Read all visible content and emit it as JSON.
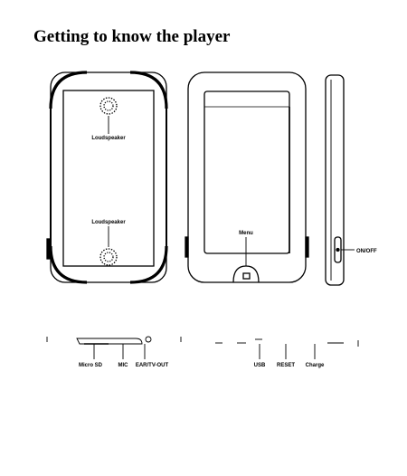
{
  "heading": "Getting to know the player",
  "labels": {
    "loudspeaker_top": "Loudspeaker",
    "loudspeaker_bottom": "Loudspeaker",
    "menu": "Menu",
    "on_off": "ON/OFF",
    "micro_sd": "Micro SD",
    "mic": "MIC",
    "ear_tv_out": "EAR/TV-OUT",
    "usb": "USB",
    "reset": "RESET",
    "charge": "Charge"
  },
  "colors": {
    "ink": "#000000",
    "background": "#ffffff"
  }
}
